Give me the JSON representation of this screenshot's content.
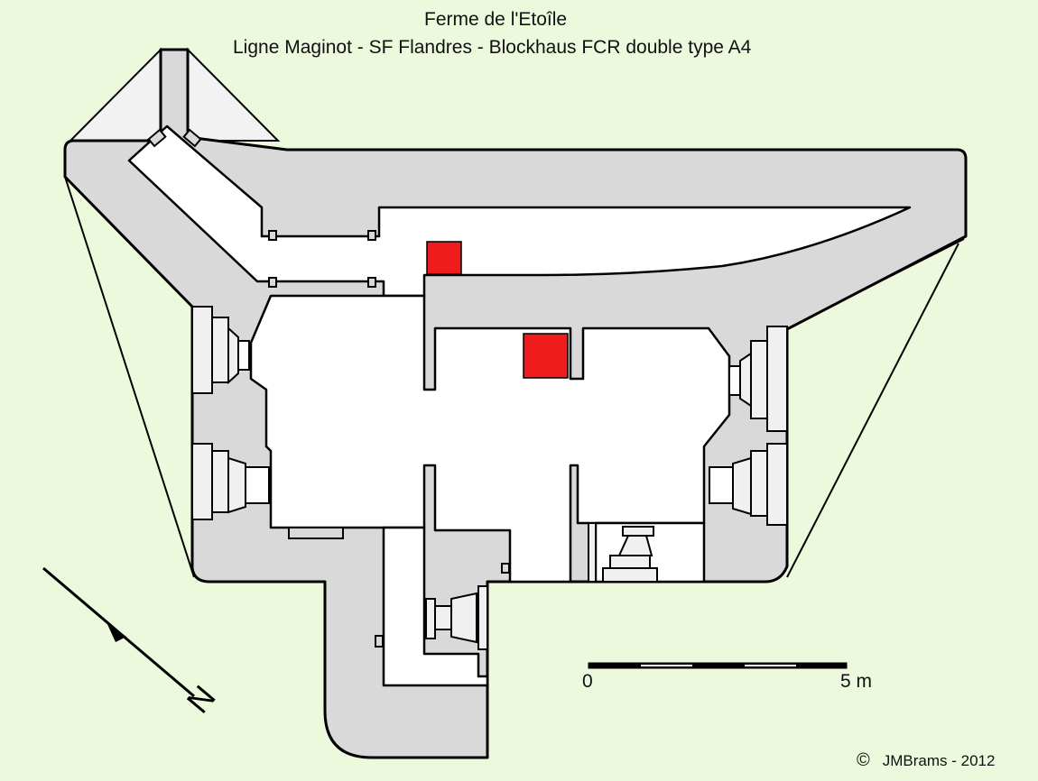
{
  "title": {
    "line1": "Ferme de l'Etoîle",
    "line2": "Ligne Maginot - SF Flandres - Blockhaus FCR double type A4"
  },
  "scale_bar": {
    "start_label": "0",
    "end_label": "5 m"
  },
  "north_arrow": {
    "letter": "N"
  },
  "credit": {
    "symbol": "©",
    "text": "JMBrams  -  2012"
  },
  "colors": {
    "background": "#ecf9dc",
    "concrete": "#d9d9d9",
    "interior": "#ffffff",
    "embrasure_fill": "#f0f0f0",
    "markers": "#ee1c1c",
    "outline": "#000000"
  }
}
